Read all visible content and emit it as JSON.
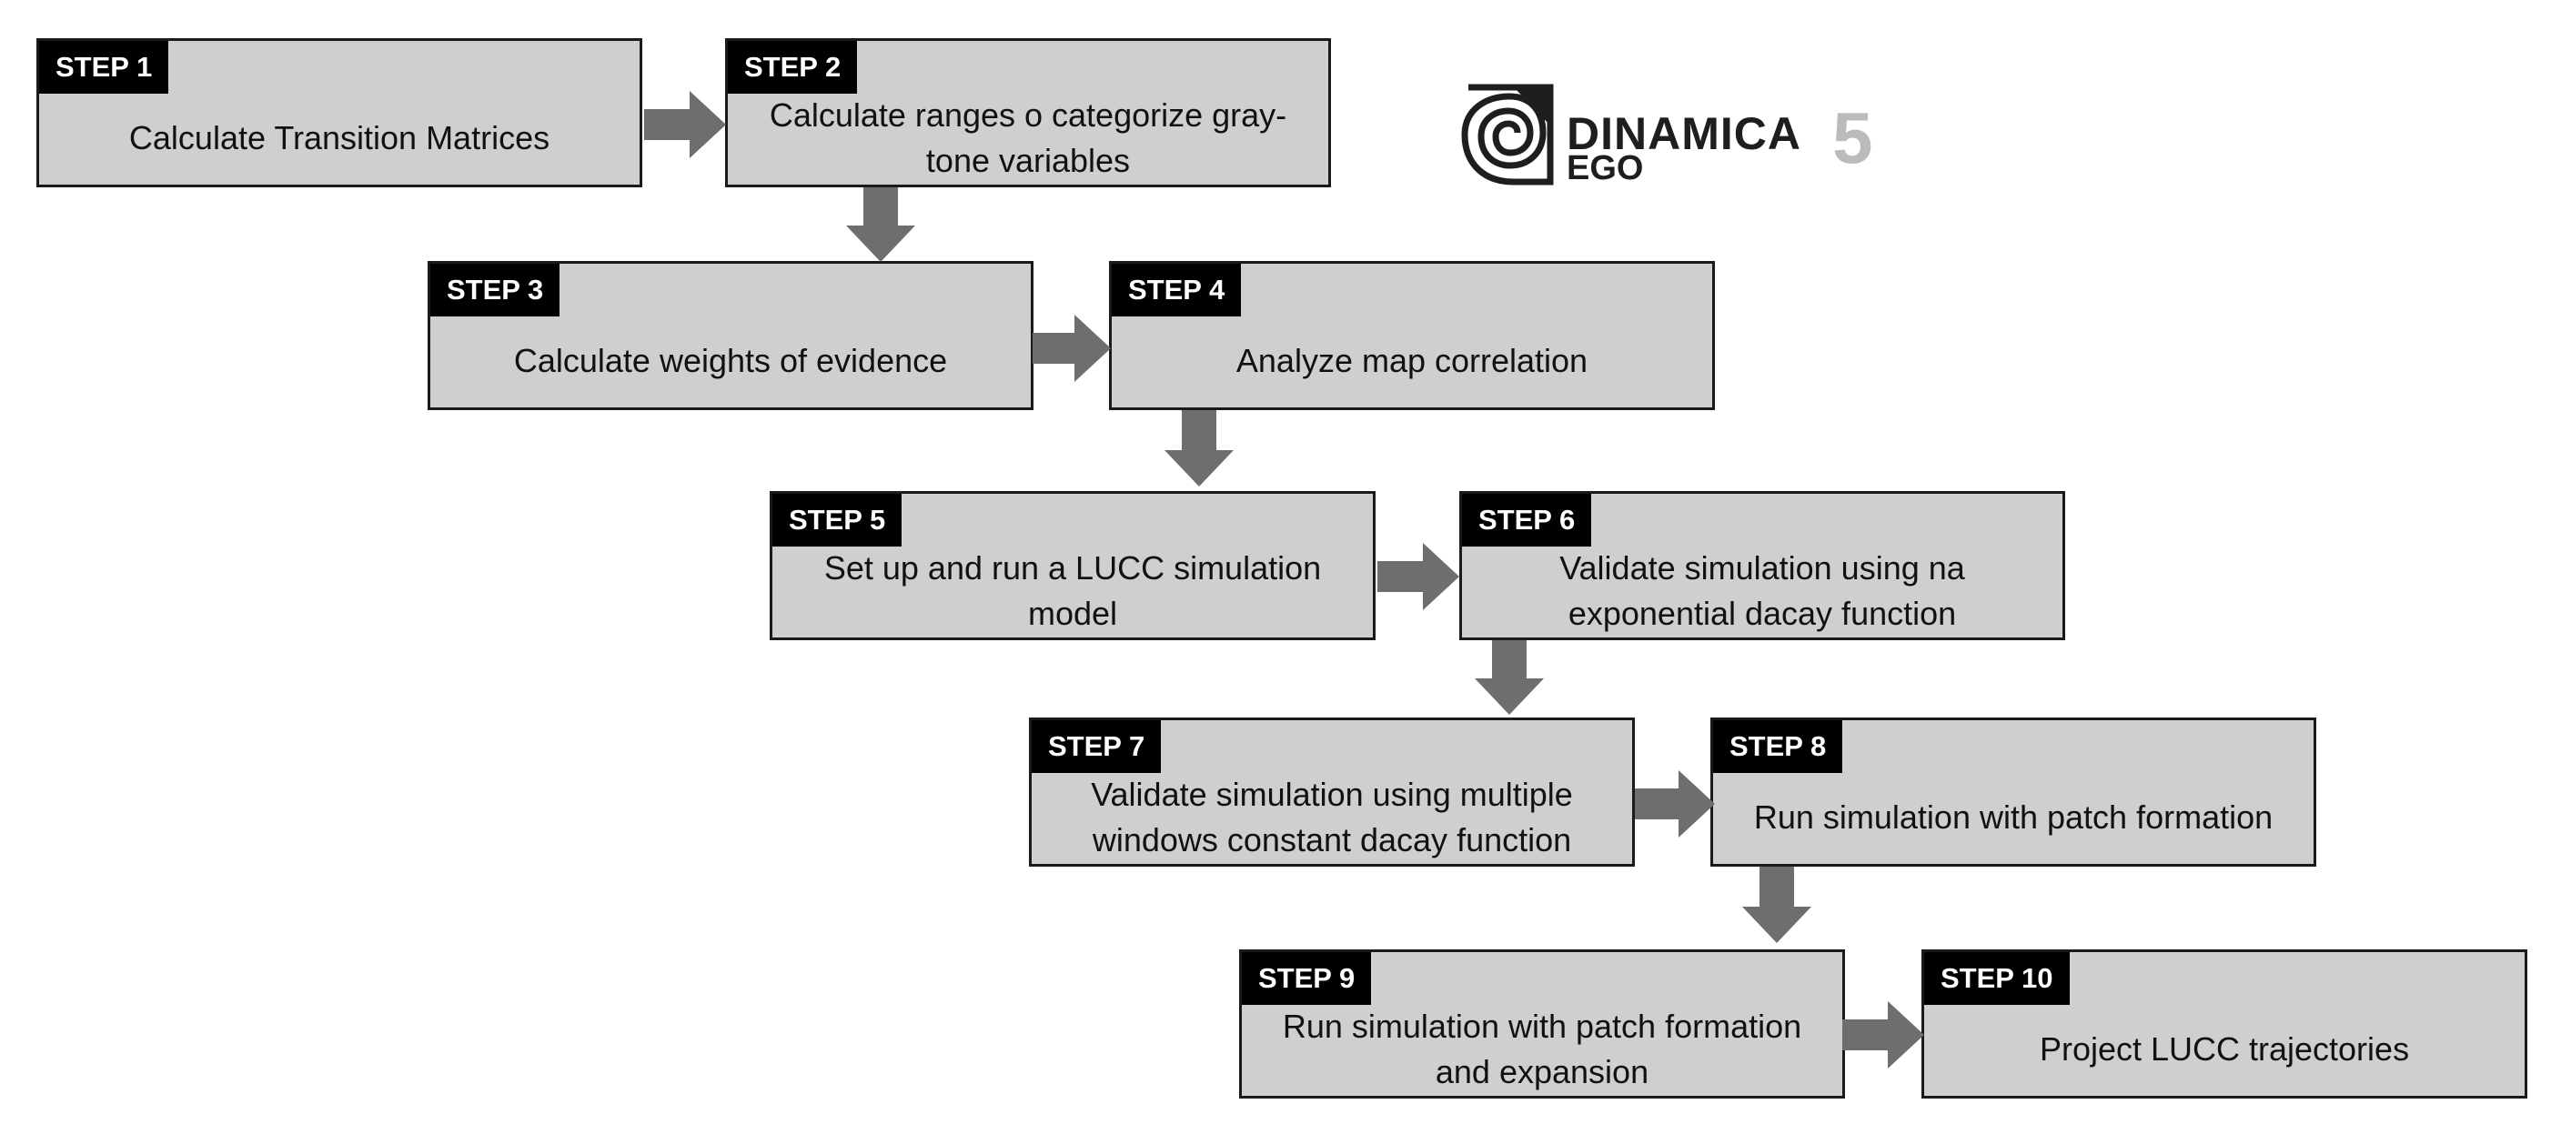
{
  "steps": [
    {
      "tag": "STEP 1",
      "text": "Calculate Transition Matrices"
    },
    {
      "tag": "STEP 2",
      "text": "Calculate ranges o categorize gray-tone variables"
    },
    {
      "tag": "STEP 3",
      "text": "Calculate weights of evidence"
    },
    {
      "tag": "STEP 4",
      "text": "Analyze map correlation"
    },
    {
      "tag": "STEP 5",
      "text": "Set up and run a LUCC simulation model"
    },
    {
      "tag": "STEP 6",
      "text": "Validate simulation using na exponential dacay function"
    },
    {
      "tag": "STEP 7",
      "text": "Validate simulation using multiple windows constant dacay function"
    },
    {
      "tag": "STEP 8",
      "text": "Run simulation with patch formation"
    },
    {
      "tag": "STEP 9",
      "text": "Run simulation with patch formation and expansion"
    },
    {
      "tag": "STEP 10",
      "text": "Project LUCC trajectories"
    }
  ],
  "logo": {
    "word": "DINAMICA",
    "sub": "EGO",
    "version": "5"
  },
  "colors": {
    "box_fill": "#d0cfcf",
    "arrow": "#6e6e6e",
    "tag_fill": "#000000"
  }
}
